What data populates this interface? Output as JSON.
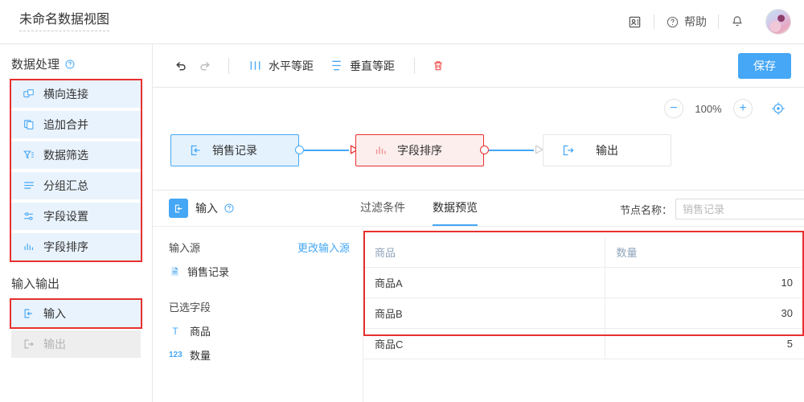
{
  "header": {
    "doc_title": "未命名数据视图",
    "contact_icon": "contact-card-icon",
    "help_label": "帮助",
    "help_icon": "question-circle-icon",
    "bell_icon": "bell-icon",
    "avatar": "user-avatar"
  },
  "sidebar": {
    "sections": [
      {
        "title": "数据处理",
        "help_icon": "question-circle-icon",
        "highlighted": true,
        "items": [
          {
            "label": "横向连接",
            "icon": "join-horizontal-icon",
            "disabled": false
          },
          {
            "label": "追加合并",
            "icon": "append-merge-icon",
            "disabled": false
          },
          {
            "label": "数据筛选",
            "icon": "filter-icon",
            "disabled": false
          },
          {
            "label": "分组汇总",
            "icon": "group-summary-icon",
            "disabled": false
          },
          {
            "label": "字段设置",
            "icon": "field-settings-icon",
            "disabled": false
          },
          {
            "label": "字段排序",
            "icon": "field-sort-icon",
            "disabled": false
          }
        ]
      },
      {
        "title": "输入输出",
        "help_icon": null,
        "highlighted": false,
        "items": [
          {
            "label": "输入",
            "icon": "input-icon",
            "disabled": false,
            "highlighted": true
          },
          {
            "label": "输出",
            "icon": "output-icon",
            "disabled": true,
            "highlighted": false
          }
        ]
      }
    ]
  },
  "toolbar": {
    "undo_icon": "undo-icon",
    "redo_icon": "redo-icon",
    "align_h_label": "水平等距",
    "align_h_icon": "distribute-horizontal-icon",
    "align_v_label": "垂直等距",
    "align_v_icon": "distribute-vertical-icon",
    "delete_icon": "trash-icon",
    "save_label": "保存"
  },
  "canvas": {
    "zoom": {
      "minus": "−",
      "level": "100%",
      "plus": "+",
      "fit_icon": "fit-to-screen-icon"
    },
    "nodes": [
      {
        "label": "销售记录",
        "icon": "input-icon",
        "state": "normal"
      },
      {
        "label": "字段排序",
        "icon": "field-sort-icon",
        "state": "selected"
      },
      {
        "label": "输出",
        "icon": "output-icon",
        "state": "default"
      }
    ]
  },
  "panel": {
    "icon": "input-icon",
    "title": "输入",
    "help_icon": "question-circle-icon",
    "tabs": [
      {
        "label": "过滤条件",
        "active": false
      },
      {
        "label": "数据预览",
        "active": true
      }
    ],
    "node_name_label": "节点名称：",
    "node_name_placeholder": "销售记录",
    "node_name_value": "",
    "source_label": "输入源",
    "change_source_label": "更改输入源",
    "source_file": "销售记录",
    "source_file_icon": "file-icon",
    "fields_label": "已选字段",
    "fields": [
      {
        "name": "商品",
        "type_icon": "text-type-icon",
        "type_glyph": "T"
      },
      {
        "name": "数量",
        "type_icon": "number-type-icon",
        "type_glyph": "123"
      }
    ],
    "preview_table": {
      "columns": [
        "商品",
        "数量"
      ],
      "rows": [
        {
          "商品": "商品A",
          "数量": "10"
        },
        {
          "商品": "商品B",
          "数量": "30"
        },
        {
          "商品": "商品C",
          "数量": "5"
        }
      ]
    }
  },
  "colors": {
    "accent": "#45a7f5",
    "danger": "#e8302f",
    "item_bg": "#e9f3fd",
    "disabled": "#b4b4b4"
  }
}
